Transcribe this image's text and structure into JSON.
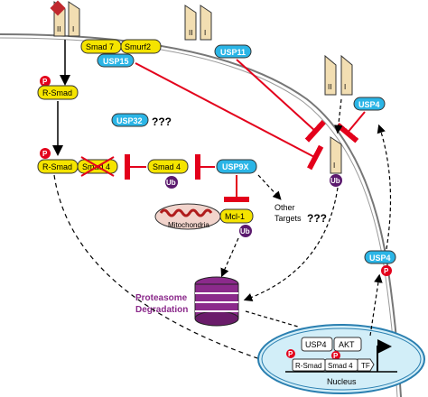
{
  "receptor": {
    "domain_a": "II",
    "domain_b": "I"
  },
  "proteins": {
    "smad7": "Smad 7",
    "smurf2": "Smurf2",
    "usp15": "USP15",
    "usp11": "USP11",
    "usp4_membrane": "USP4",
    "usp32": "USP32",
    "usp32_q": "???",
    "r_smad_1": "R-Smad",
    "r_smad_2": "R-Smad",
    "smad4_crossed": "Smad 4",
    "smad4": "Smad 4",
    "usp9x": "USP9X",
    "mcl1": "Mcl-1",
    "mitochondria": "Mitochondria",
    "other_targets_1": "Other",
    "other_targets_2": "Targets",
    "other_q": "???",
    "usp4_cyto": "USP4",
    "proteasome_1": "Proteasome",
    "proteasome_2": "Degradation",
    "usp4_nuc": "USP4",
    "akt": "AKT",
    "r_smad_nuc": "R-Smad",
    "smad4_nuc": "Smad 4",
    "tf": "TF",
    "nucleus": "Nucleus"
  },
  "badges": {
    "p": "P",
    "ub": "Ub"
  },
  "colors": {
    "yellow": "#f5e400",
    "usp_blue": "#2bb5e6",
    "red_inhibit": "#e3001b",
    "purple": "#5b1a6e",
    "receptor_tan": "#f2deb2",
    "nucleus_fill": "#d2eef8",
    "proteasome_purple": "#8b2a8b"
  }
}
